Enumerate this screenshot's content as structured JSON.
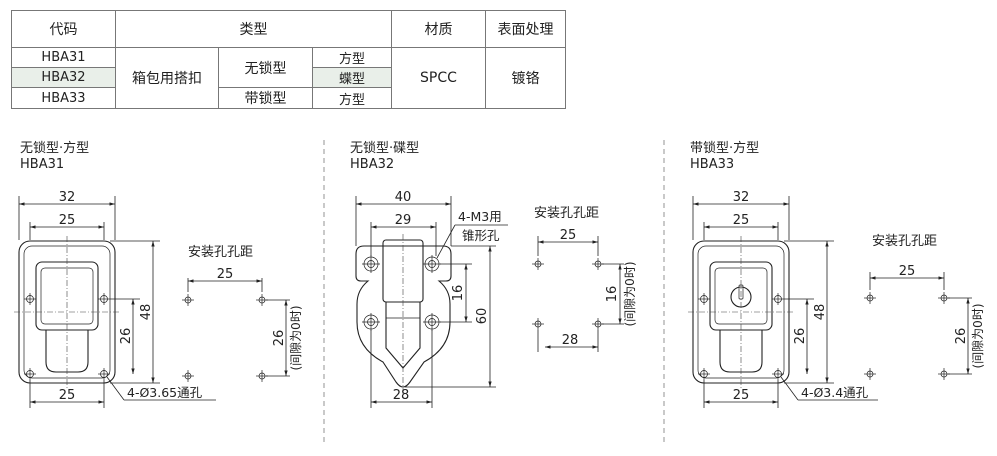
{
  "table": {
    "headers": [
      "代码",
      "类型",
      "材质",
      "表面处理"
    ],
    "codes": [
      "HBA31",
      "HBA32",
      "HBA33"
    ],
    "category": "箱包用搭扣",
    "lock_types": [
      "无锁型",
      "带锁型"
    ],
    "shapes": [
      "方型",
      "蝶型",
      "方型"
    ],
    "material": "SPCC",
    "surface": "镀铬"
  },
  "figures": [
    {
      "title": "无锁型·方型",
      "code": "HBA31",
      "dims": [
        "32",
        "25",
        "48",
        "26",
        "25"
      ],
      "hole_note": "4-Ø3.65通孔",
      "hole_title": "安装孔孔距",
      "hole_dims": [
        "25",
        "26"
      ],
      "gap_note": "(间隙为0时)"
    },
    {
      "title": "无锁型·碟型",
      "code": "HBA32",
      "dims": [
        "40",
        "29",
        "16",
        "60",
        "28"
      ],
      "screw_note_1": "4-M3用",
      "screw_note_2": "锥形孔",
      "hole_title": "安装孔孔距",
      "hole_dims": [
        "25",
        "16",
        "28"
      ],
      "gap_note": "(间隙为0时)"
    },
    {
      "title": "带锁型·方型",
      "code": "HBA33",
      "dims": [
        "32",
        "25",
        "48",
        "26",
        "25"
      ],
      "hole_note": "4-Ø3.4通孔",
      "hole_title": "安装孔孔距",
      "hole_dims": [
        "25",
        "26"
      ],
      "gap_note": "(间隙为0时)"
    }
  ]
}
